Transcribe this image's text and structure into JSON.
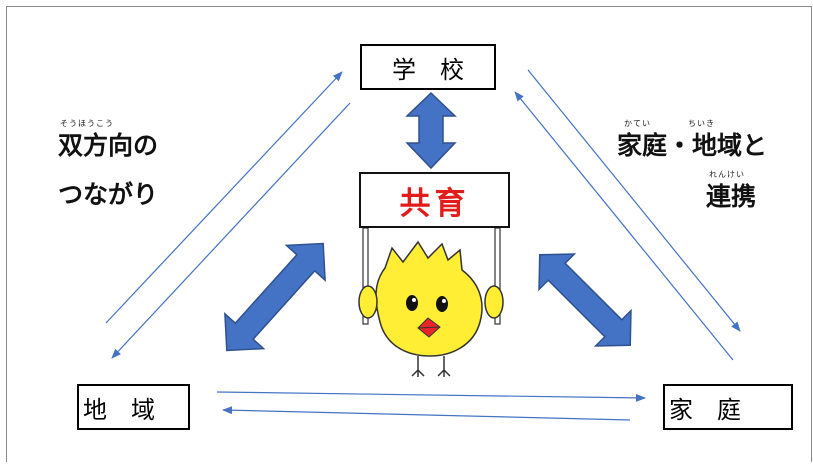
{
  "nodes": {
    "school": "学　校",
    "region": "地　域",
    "home": "家　庭"
  },
  "center": {
    "label": "共育"
  },
  "left_text": {
    "line1": "双方向の",
    "line2": "つながり",
    "ruby": "そうほうこう"
  },
  "right_text": {
    "line1": "家庭・地域と",
    "line2": "連携",
    "ruby1a": "かてい",
    "ruby1b": "ちいき",
    "ruby2": "れんけい"
  },
  "colors": {
    "arrow_fill": "#4472c4",
    "arrow_stroke": "#2f528f",
    "line": "#4472c4",
    "center_text": "#e21b1b",
    "chick_body": "#ffee33",
    "beak": "#e8262a"
  },
  "icons": [
    "double-arrow-icon",
    "chick-mascot-icon"
  ]
}
